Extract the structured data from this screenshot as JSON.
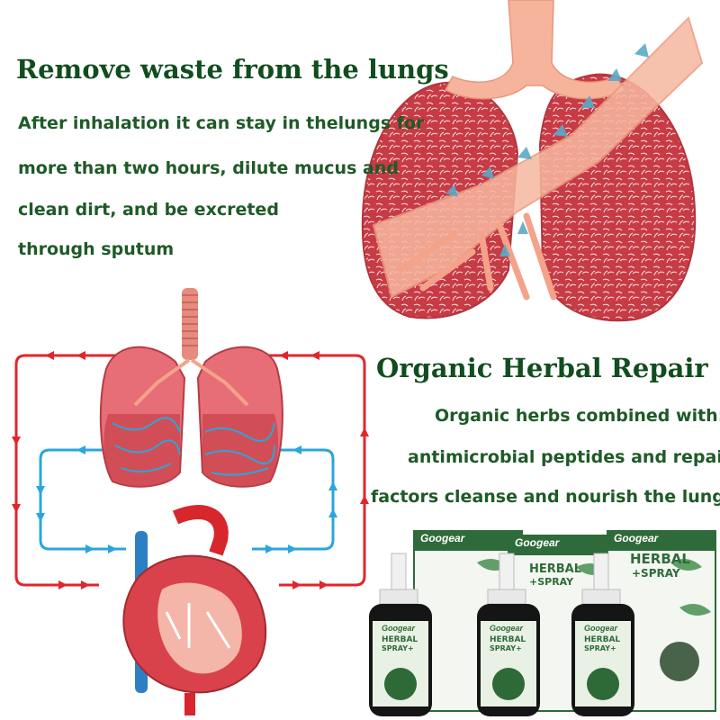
{
  "section1": {
    "heading": "Remove waste from the lungs",
    "lines": [
      "After inhalation it can stay in thelungs for",
      "more than two hours, dilute mucus and",
      "clean dirt, and be excreted",
      "through sputum"
    ]
  },
  "section2": {
    "heading": "Organic Herbal Repair",
    "lines": [
      "Organic herbs combined with:",
      "antimicrobial peptides and repair",
      "factors cleanse and nourish the lungs"
    ]
  },
  "product": {
    "brand": "Googear",
    "name_line1": "HERBAL",
    "name_line2": "+SPRAY",
    "bottle_line1": "HERBAL",
    "bottle_line2": "SPRAY+"
  },
  "colors": {
    "heading": "#114d1e",
    "body_text": "#1f5a27",
    "lung_red": "#c9404a",
    "airway": "#f4a38a",
    "arrow_red": "#e0262c",
    "arrow_blue": "#2aa6dc",
    "box_green": "#2f6b3a"
  }
}
